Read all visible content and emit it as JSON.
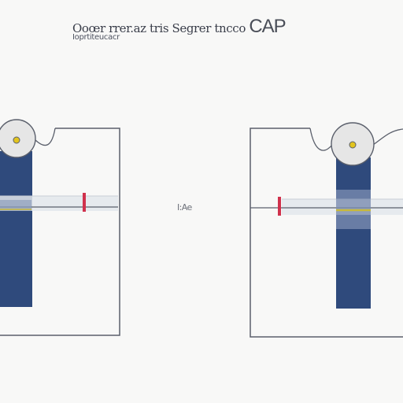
{
  "header": {
    "title": "Ooœr rrer.az tris Segrer tncco",
    "title_brand": "CAP",
    "subtitle": "Ioprtiteucacr"
  },
  "center_label": "I:Ae",
  "colors": {
    "frame": "#5a5f6b",
    "column": "#2f4a7c",
    "wheel": "#e6e6e6",
    "wheel_hub": "#e2c41e",
    "marker": "#d0314c",
    "rail": "#e3e7ec",
    "indicator": "#c8b93a"
  },
  "icons": {
    "left_wheel": "pulley-wheel-icon",
    "right_wheel": "pulley-wheel-icon",
    "left_marker": "red-marker-icon",
    "right_marker": "red-marker-icon"
  }
}
